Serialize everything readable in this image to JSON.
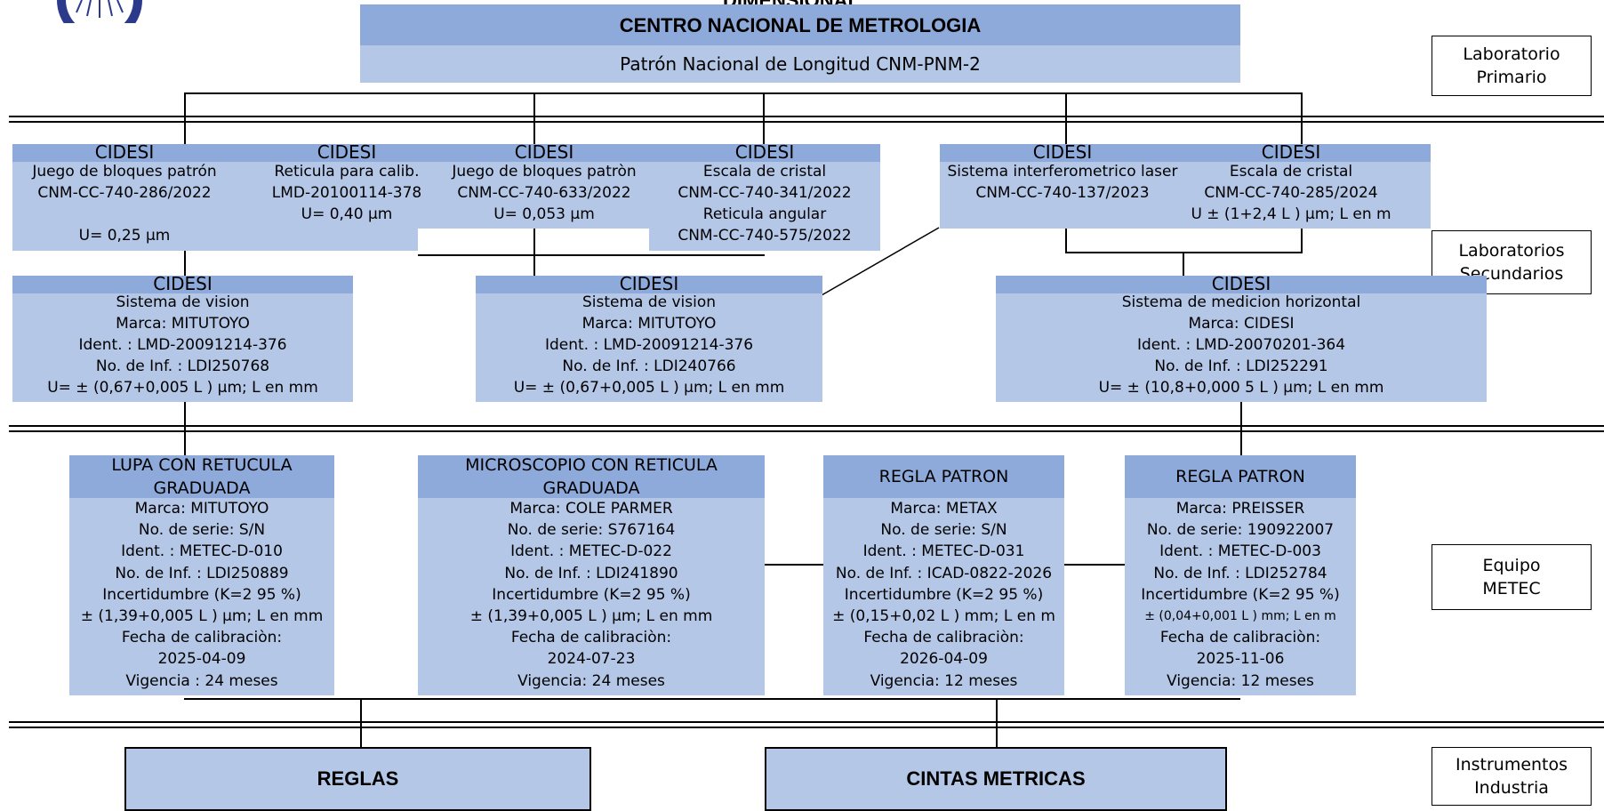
{
  "page_heading": "DIMENSIONAL",
  "center": {
    "title": "CENTRO NACIONAL DE METROLOGIA",
    "subtitle": "Patrón Nacional de Longitud CNM-PNM-2"
  },
  "levels": [
    "Laboratorio|Primario",
    "Laboratorios|Secundarios",
    "Equipo|METEC",
    "Instrumentos|Industria"
  ],
  "secondary_row1": [
    {
      "header": "CIDESI",
      "lines": [
        "Juego de bloques patrón",
        "CNM-CC-740-286/2022",
        "",
        "U= 0,25 µm"
      ]
    },
    {
      "header": "CIDESI",
      "lines": [
        "Reticula para calib.",
        "LMD-20100114-378",
        "U= 0,40 µm"
      ]
    },
    {
      "header": "CIDESI",
      "lines": [
        "Juego de bloques patròn",
        "CNM-CC-740-633/2022",
        "U= 0,053 µm"
      ]
    },
    {
      "header": "CIDESI",
      "lines": [
        "Escala de cristal",
        "CNM-CC-740-341/2022",
        "Reticula angular",
        "CNM-CC-740-575/2022"
      ]
    },
    {
      "header": "CIDESI",
      "lines": [
        "Sistema interferometrico laser",
        "CNM-CC-740-137/2023"
      ]
    },
    {
      "header": "CIDESI",
      "lines": [
        "Escala de cristal",
        "CNM-CC-740-285/2024",
        "U ± (1+2,4 L ) µm; L en m"
      ]
    }
  ],
  "secondary_row2": [
    {
      "header": "CIDESI",
      "lines": [
        "Sistema de vision",
        "Marca: MITUTOYO",
        "Ident. : LMD-20091214-376",
        "No. de Inf. : LDI250768",
        "U= ± (0,67+0,005 L ) µm; L en mm"
      ]
    },
    {
      "header": "CIDESI",
      "lines": [
        "Sistema de vision",
        "Marca: MITUTOYO",
        "Ident. : LMD-20091214-376",
        "No. de  Inf. : LDI240766",
        "U= ± (0,67+0,005 L ) µm; L en mm"
      ]
    },
    {
      "header": "CIDESI",
      "lines": [
        "Sistema de medicion horizontal",
        "Marca: CIDESI",
        "Ident. : LMD-20070201-364",
        "No. de  Inf. : LDI252291",
        "U= ± (10,8+0,000 5 L ) µm; L en mm"
      ]
    }
  ],
  "equipment": [
    {
      "header": [
        "LUPA CON RETUCULA",
        "GRADUADA"
      ],
      "lines": [
        "Marca: MITUTOYO",
        "No. de serie:  S/N",
        "Ident. : METEC-D-010",
        "No. de Inf. : LDI250889",
        "Incertidumbre (K=2 95 %)",
        "± (1,39+0,005 L ) µm; L en mm",
        "Fecha de calibraciòn:",
        "2025-04-09",
        "Vigencia : 24 meses"
      ]
    },
    {
      "header": [
        "MICROSCOPIO CON RETICULA",
        "GRADUADA"
      ],
      "lines": [
        "Marca: COLE PARMER",
        "No. de serie:  S767164",
        "Ident. : METEC-D-022",
        "No. de  Inf. : LDI241890",
        "Incertidumbre (K=2 95 %)",
        "± (1,39+0,005 L ) µm; L en mm",
        "Fecha de calibraciòn:",
        "2024-07-23",
        "Vigencia: 24 meses"
      ]
    },
    {
      "header": [
        "REGLA PATRON"
      ],
      "lines": [
        "Marca: METAX",
        "No. de serie: S/N",
        "Ident. : METEC-D-031",
        "No. de Inf. : ICAD-0822-2026",
        "Incertidumbre (K=2 95 %)",
        "± (0,15+0,02 L ) mm; L en m",
        "Fecha de calibraciòn:",
        "2026-04-09",
        "Vigencia: 12 meses"
      ]
    },
    {
      "header": [
        "REGLA PATRON"
      ],
      "lines": [
        "Marca: PREISSER",
        "No. de serie: 190922007",
        "Ident. : METEC-D-003",
        "No. de Inf. : LDI252784",
        "Incertidumbre (K=2 95 %)",
        "± (0,04+0,001 L ) mm; L en m",
        "Fecha de calibraciòn:",
        "2025-11-06",
        "Vigencia: 12 meses"
      ]
    }
  ],
  "instruments": [
    "REGLAS",
    "CINTAS METRICAS"
  ]
}
